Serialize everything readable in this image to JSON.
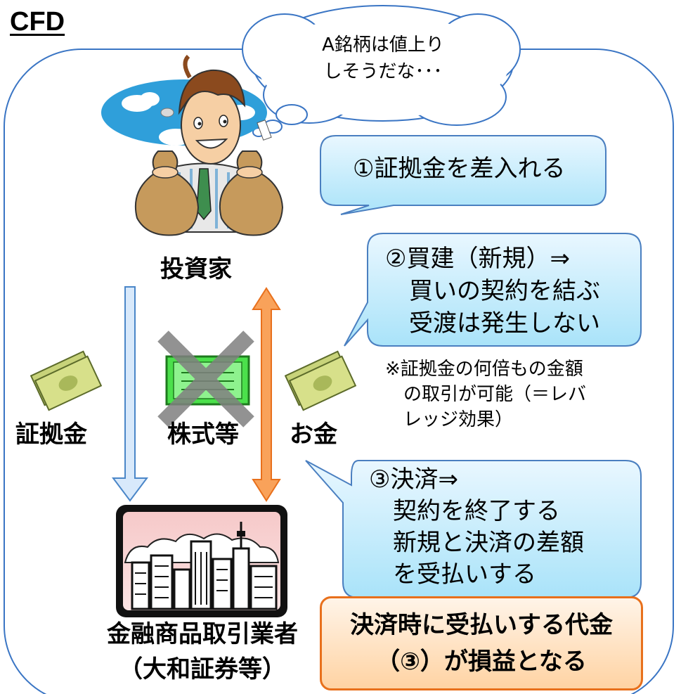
{
  "title": "CFD",
  "thought_bubble": {
    "lines": [
      "A銘柄は値上り",
      "しそうだな･･･"
    ]
  },
  "investor_label": "投資家",
  "broker_label": {
    "lines": [
      "金融商品取引業者",
      "（大和証券等）"
    ]
  },
  "flow_labels": {
    "margin": "証拠金",
    "stocks": "株式等",
    "money": "お金"
  },
  "callouts": [
    {
      "lines": [
        "①証拠金を差入れる"
      ]
    },
    {
      "lines": [
        "②買建（新規）⇒",
        "　買いの契約を結ぶ",
        "　受渡は発生しない"
      ]
    },
    {
      "lines": [
        "③決済⇒",
        "　契約を終了する",
        "　新規と決済の差額",
        "　を受払いする"
      ]
    }
  ],
  "note": {
    "lines": [
      "※証拠金の何倍もの金額",
      "　の取引が可能（＝レバ",
      "　レッジ効果）"
    ]
  },
  "summary": {
    "lines": [
      "決済時に受払いする代金",
      "（③）が損益となる"
    ]
  },
  "colors": {
    "frame": "#3A75C4",
    "callout_border": "#4A7FC0",
    "callout_fill_top": "#E9F7FF",
    "callout_fill_bottom": "#A9E3F9",
    "down_arrow": "#D8E9FB",
    "double_arrow": "#F9A25A",
    "summary_border": "#E8701C",
    "cross": "#808080"
  }
}
